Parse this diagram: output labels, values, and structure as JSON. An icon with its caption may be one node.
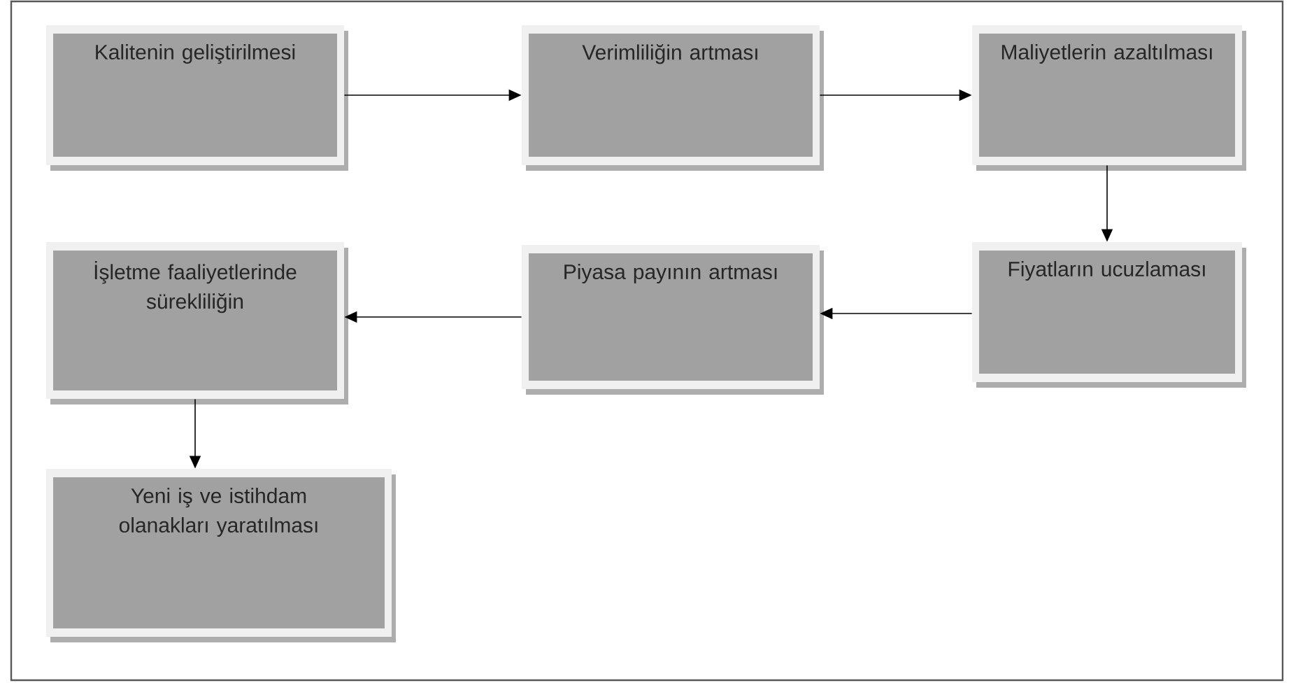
{
  "diagram": {
    "nodes": [
      {
        "text": [
          "Kalitenin geliştirilmesi"
        ]
      },
      {
        "text": [
          "Verimliliğin artması"
        ]
      },
      {
        "text": [
          "Maliyetlerin azaltılması"
        ]
      },
      {
        "text": [
          "Fiyatların ucuzlaması"
        ]
      },
      {
        "text": [
          "Piyasa payının artması"
        ]
      },
      {
        "text": [
          "İşletme faaliyetlerinde sürekliliğin"
        ]
      },
      {
        "text": [
          "Yeni iş ve istihdam olanakları yaratılması"
        ]
      }
    ],
    "edges": [
      {
        "from": 0,
        "to": 1,
        "arrow": "to"
      },
      {
        "from": 1,
        "to": 2,
        "arrow": "to"
      },
      {
        "from": 2,
        "to": 3,
        "arrow": "to"
      },
      {
        "from": 3,
        "to": 4,
        "arrow": "to"
      },
      {
        "from": 4,
        "to": 5,
        "arrow": "to"
      },
      {
        "from": 5,
        "to": 6,
        "arrow": "to"
      }
    ]
  }
}
